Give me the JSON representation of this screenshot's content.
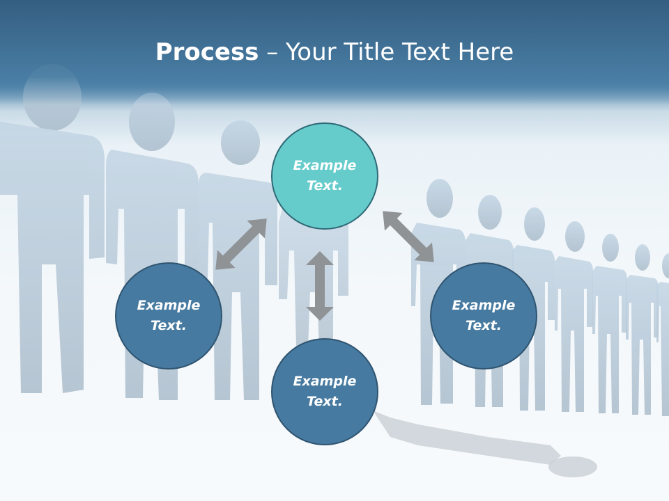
{
  "slide": {
    "title_bold": "Process",
    "title_rest": " – Your Title Text Here"
  },
  "nodes": {
    "top": {
      "line1": "Example",
      "line2": "Text."
    },
    "left": {
      "line1": "Example",
      "line2": "Text."
    },
    "right": {
      "line1": "Example",
      "line2": "Text."
    },
    "bottom": {
      "line1": "Example",
      "line2": "Text."
    }
  },
  "colors": {
    "header": "#4b81a8",
    "top_circle": "#65cccb",
    "node_circle": "#477aa0",
    "arrow": "#8f9396",
    "silhouette": "#c7d6e2"
  },
  "icons": [
    "people-silhouette-icon",
    "double-arrow-icon"
  ]
}
